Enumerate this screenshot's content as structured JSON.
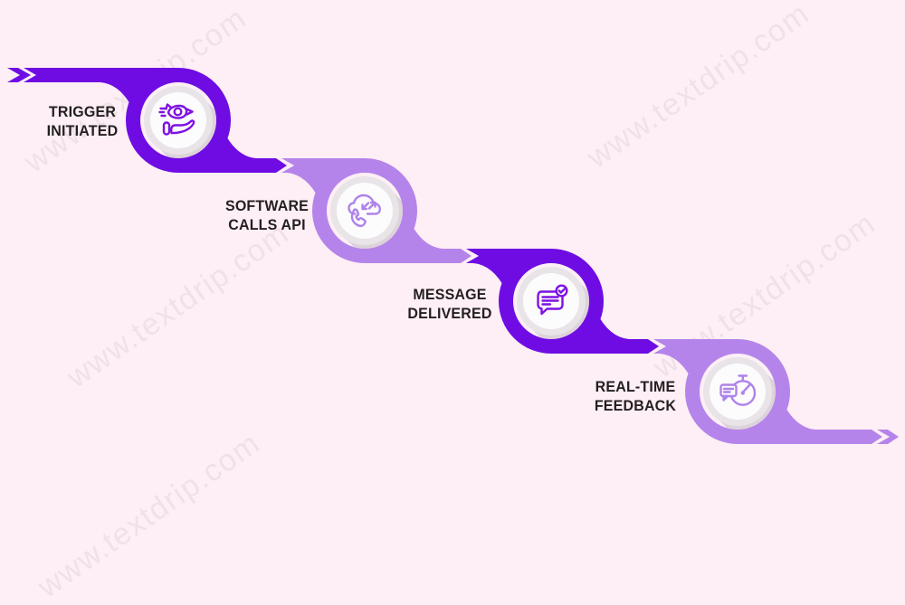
{
  "page": {
    "background": "#fdeff5"
  },
  "watermark": {
    "text": "www.textdrip.com"
  },
  "colors": {
    "background": "#fdeff5",
    "dark_purple": "#6f0ce4",
    "light_purple": "#b584ea",
    "icon_dark": "#7d12e2",
    "icon_light": "#ae83e9",
    "label": "#231f20",
    "disc_outer": "#e8e4e8",
    "disc_inner": "#fdfcfd",
    "disc_shadow": "#c3bbc3",
    "watermark": "rgba(125,95,115,0.10)"
  },
  "steps": [
    {
      "id": "trigger-initiated",
      "lines": [
        "TRIGGER",
        "INITIATED"
      ],
      "icon": "rocket-hand-icon",
      "theme": "dark"
    },
    {
      "id": "software-calls-api",
      "lines": [
        "SOFTWARE",
        "CALLS API"
      ],
      "icon": "cloud-call-icon",
      "theme": "light"
    },
    {
      "id": "message-delivered",
      "lines": [
        "MESSAGE",
        "DELIVERED"
      ],
      "icon": "chat-check-icon",
      "theme": "dark"
    },
    {
      "id": "real-time-feedback",
      "lines": [
        "REAL-TIME",
        "FEEDBACK"
      ],
      "icon": "stopwatch-bubble-icon",
      "theme": "light"
    }
  ]
}
